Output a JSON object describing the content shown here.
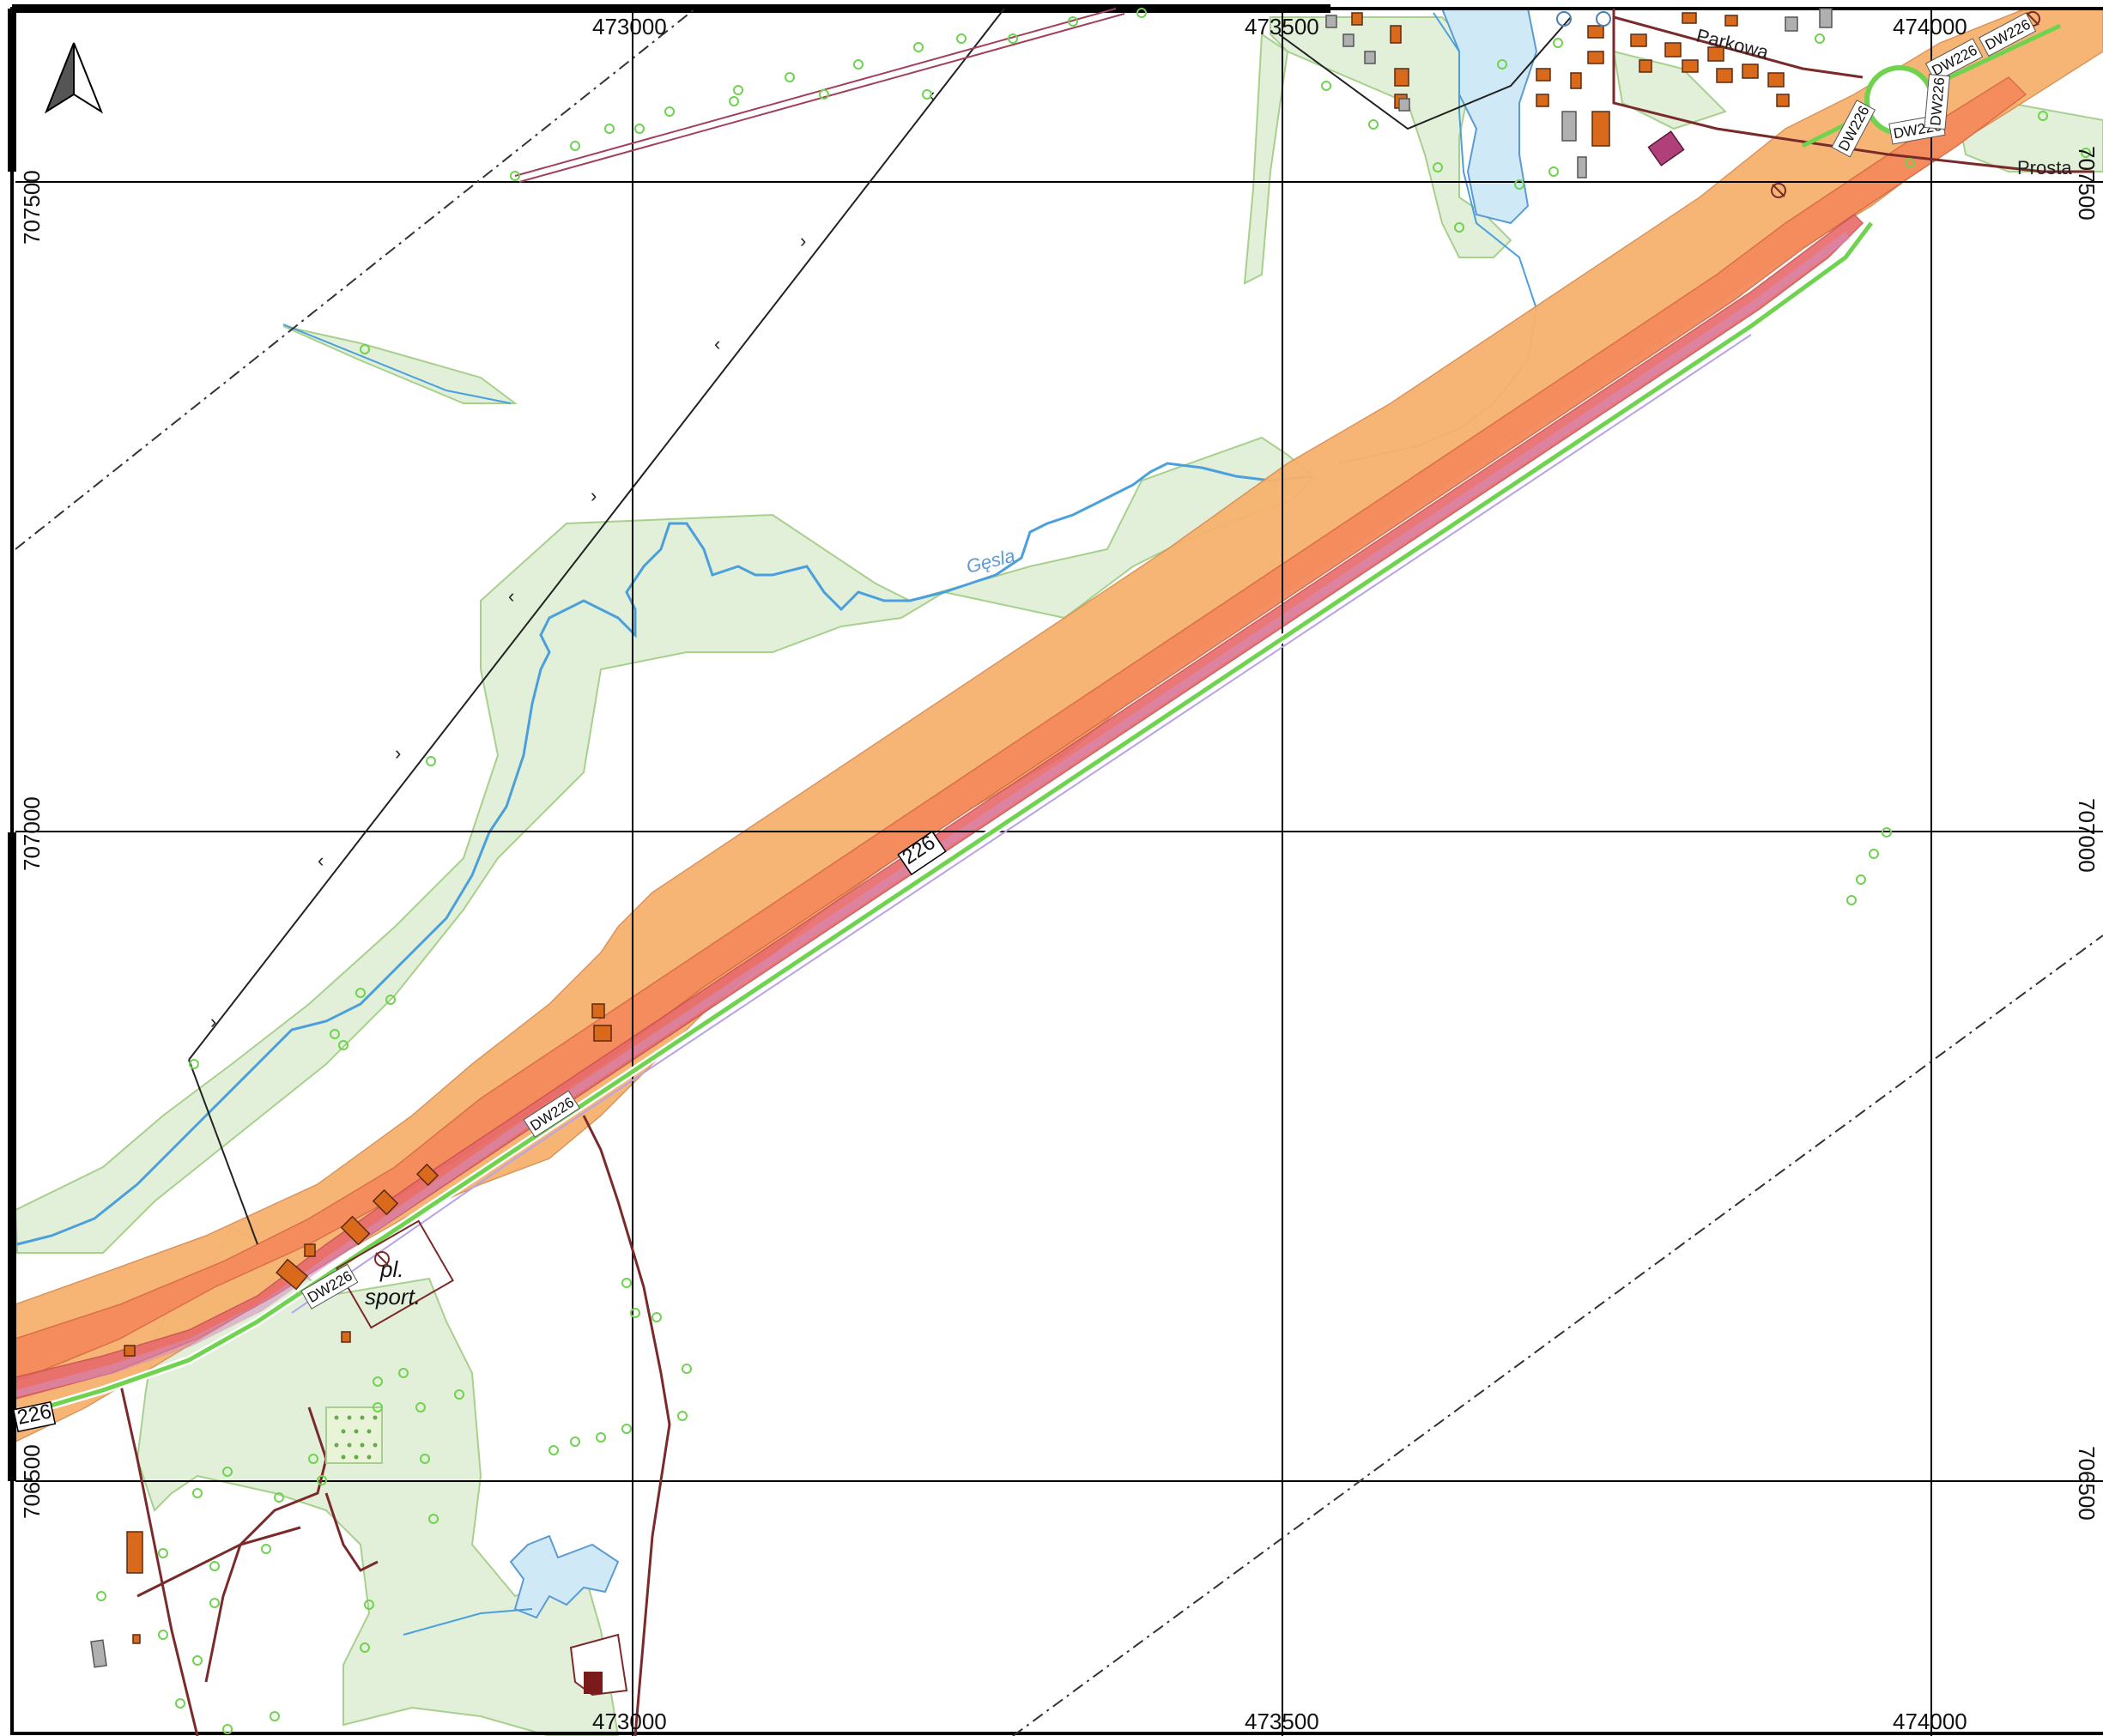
{
  "map": {
    "coords": {
      "x_top": [
        "473000",
        "473500",
        "474000"
      ],
      "x_bottom": [
        "473000",
        "473500",
        "474000"
      ],
      "y_left": [
        "707500",
        "707000",
        "706500"
      ],
      "y_right": [
        "707500",
        "707000",
        "706500"
      ]
    },
    "road": {
      "number": "226",
      "code": "DW226"
    },
    "labels": {
      "street_parkowa": "Parkowa",
      "street_prosta": "Prosta",
      "river_gesla": "Gęsla",
      "sport_line1": "pl.",
      "sport_line2": "sport."
    },
    "colors": {
      "buffer_outer": "#f7b26e",
      "buffer_middle": "#f48a5c",
      "buffer_inner": "#e86a6a",
      "road_centerline": "#6fd34f",
      "forest": "#e2f0d9",
      "water": "#cfe9f7",
      "river_line": "#4a9fdc",
      "building": "#d96a1c",
      "path": "#7a2a2a"
    },
    "icons": [
      "north-arrow-icon",
      "tree-symbol",
      "roundabout",
      "building"
    ]
  }
}
